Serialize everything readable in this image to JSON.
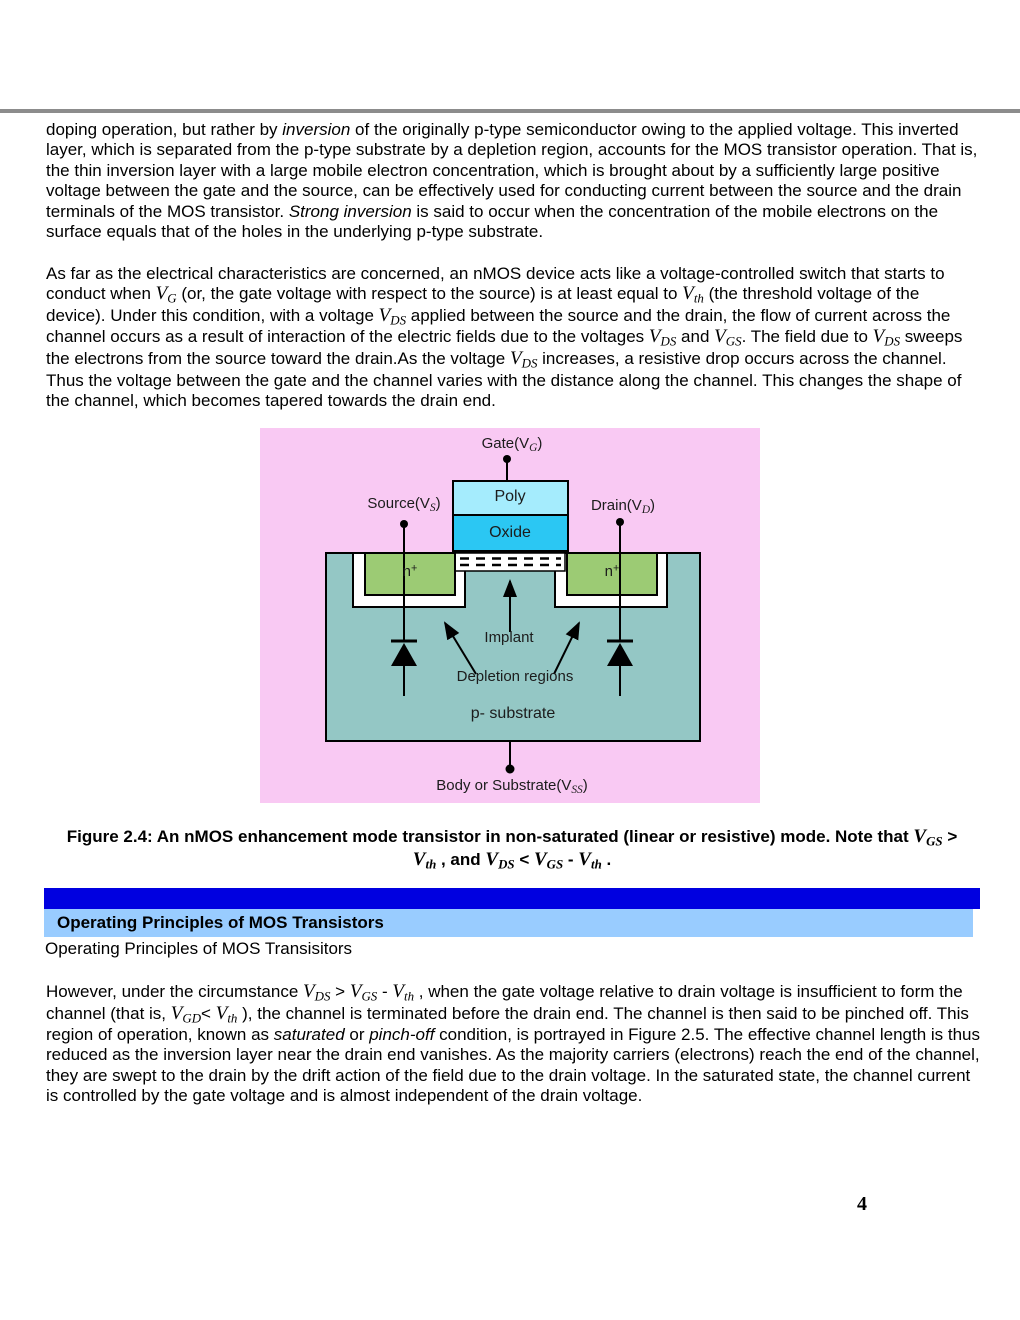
{
  "colors": {
    "rule": "#8C8C8C",
    "figure_bg": "#F9C9F3",
    "poly": "#A5ECFD",
    "oxide": "#2BC7F3",
    "substrate": "#94C7C5",
    "nplus": "#9CCB74",
    "white": "#FFFFFF",
    "black": "#000000",
    "bar_dark": "#0000E0",
    "bar_light": "#99CCFF"
  },
  "paragraphs": {
    "p1": [
      {
        "k": "n",
        "t": "doping operation, but rather by "
      },
      {
        "k": "i",
        "t": "inversion"
      },
      {
        "k": "n",
        "t": " of the originally p-type semiconductor owing to the applied voltage. This inverted layer, which is separated from the p-type substrate by a depletion region, accounts for the MOS transistor operation. That is, the thin inversion layer with a large mobile electron concentration, which is brought about by a sufficiently large positive voltage between the gate and the source, can be effectively used for conducting current between the source and the drain terminals of the MOS transistor. "
      },
      {
        "k": "i",
        "t": "Strong inversion"
      },
      {
        "k": "n",
        "t": " is said to occur when the concentration of the mobile electrons on the surface equals that of the holes in the underlying p-type substrate."
      }
    ],
    "p2": [
      {
        "k": "n",
        "t": "As far as the electrical characteristics are concerned, an nMOS device acts like a voltage-controlled switch that starts to conduct when "
      },
      {
        "k": "v",
        "t": "V"
      },
      {
        "k": "sub",
        "t": "G"
      },
      {
        "k": "n",
        "t": " (or, the gate voltage with respect to the source) is at least equal to "
      },
      {
        "k": "v",
        "t": "V"
      },
      {
        "k": "sub",
        "t": "th"
      },
      {
        "k": "n",
        "t": " (the threshold voltage of the device). Under this condition, with a voltage "
      },
      {
        "k": "v",
        "t": "V"
      },
      {
        "k": "sub",
        "t": "DS"
      },
      {
        "k": "n",
        "t": " applied between the source and the drain, the flow of current across the channel occurs as a result of interaction of the electric fields due to the voltages "
      },
      {
        "k": "v",
        "t": "V"
      },
      {
        "k": "sub",
        "t": "DS"
      },
      {
        "k": "n",
        "t": " and "
      },
      {
        "k": "v",
        "t": "V"
      },
      {
        "k": "sub",
        "t": "GS"
      },
      {
        "k": "n",
        "t": ". The field due to "
      },
      {
        "k": "v",
        "t": "V"
      },
      {
        "k": "sub",
        "t": "DS"
      },
      {
        "k": "n",
        "t": " sweeps the electrons from the source toward the drain.As the voltage "
      },
      {
        "k": "v",
        "t": "V"
      },
      {
        "k": "sub",
        "t": "DS"
      },
      {
        "k": "n",
        "t": " increases, a resistive drop occurs across the channel. Thus the voltage between the gate and the channel varies with the distance along the channel. This changes the shape of the channel, which becomes tapered towards the drain end."
      }
    ],
    "p3": [
      {
        "k": "n",
        "t": "However, under the circumstance "
      },
      {
        "k": "v",
        "t": "V"
      },
      {
        "k": "sub",
        "t": "DS"
      },
      {
        "k": "n",
        "t": " > "
      },
      {
        "k": "v",
        "t": "V"
      },
      {
        "k": "sub",
        "t": "GS"
      },
      {
        "k": "n",
        "t": " - "
      },
      {
        "k": "v",
        "t": "V"
      },
      {
        "k": "sub",
        "t": "th"
      },
      {
        "k": "n",
        "t": " , when the gate voltage relative to drain voltage is insufficient to form the channel (that is, "
      },
      {
        "k": "v",
        "t": "V"
      },
      {
        "k": "sub",
        "t": "GD"
      },
      {
        "k": "n",
        "t": "< "
      },
      {
        "k": "v",
        "t": "V"
      },
      {
        "k": "sub",
        "t": "th"
      },
      {
        "k": "n",
        "t": " ), the channel is terminated before the drain end. The channel is then said to be pinched off. This region of operation, known as "
      },
      {
        "k": "i",
        "t": "saturated"
      },
      {
        "k": "n",
        "t": " or "
      },
      {
        "k": "i",
        "t": "pinch-off"
      },
      {
        "k": "n",
        "t": " condition, is portrayed in Figure 2.5. The effective channel length is thus reduced as the inversion layer near the drain end vanishes. As the majority carriers (electrons) reach the end of the channel, they are swept to the drain by the drift action of the field due to the drain voltage. In the saturated state, the channel current is controlled by the gate voltage and is almost independent of the drain voltage."
      }
    ]
  },
  "figure": {
    "gate_label": [
      {
        "k": "n",
        "t": "Gate(V"
      },
      {
        "k": "sub",
        "t": "G"
      },
      {
        "k": "n",
        "t": ")"
      }
    ],
    "source_label": [
      {
        "k": "n",
        "t": "Source(V"
      },
      {
        "k": "sub",
        "t": "S"
      },
      {
        "k": "n",
        "t": ")"
      }
    ],
    "drain_label": [
      {
        "k": "n",
        "t": "Drain(V"
      },
      {
        "k": "sub",
        "t": "D"
      },
      {
        "k": "n",
        "t": ")"
      }
    ],
    "poly_label": "Poly",
    "oxide_label": "Oxide",
    "nplus_left": [
      {
        "k": "n",
        "t": "n"
      },
      {
        "k": "sup",
        "t": "+"
      }
    ],
    "nplus_right": [
      {
        "k": "n",
        "t": "n"
      },
      {
        "k": "sup",
        "t": "+"
      }
    ],
    "implant_label": "Implant",
    "depletion_label": "Depletion regions",
    "substrate_label": "p- substrate",
    "body_label": [
      {
        "k": "n",
        "t": "Body or Substrate(V"
      },
      {
        "k": "sub",
        "t": "SS"
      },
      {
        "k": "n",
        "t": ")"
      }
    ]
  },
  "caption": {
    "line1": [
      {
        "k": "n",
        "t": "Figure 2.4: An nMOS enhancement mode transistor in non-saturated (linear or resistive) mode. Note that "
      },
      {
        "k": "v",
        "t": "V"
      },
      {
        "k": "sub",
        "t": "GS"
      },
      {
        "k": "n",
        "t": " >"
      }
    ],
    "line2": [
      {
        "k": "v",
        "t": "V"
      },
      {
        "k": "sub",
        "t": "th"
      },
      {
        "k": "n",
        "t": " , and "
      },
      {
        "k": "v",
        "t": "V"
      },
      {
        "k": "sub",
        "t": "DS"
      },
      {
        "k": "n",
        "t": " < "
      },
      {
        "k": "v",
        "t": "V"
      },
      {
        "k": "sub",
        "t": "GS"
      },
      {
        "k": "n",
        "t": " - "
      },
      {
        "k": "v",
        "t": "V"
      },
      {
        "k": "sub",
        "t": "th"
      },
      {
        "k": "n",
        "t": " ."
      }
    ]
  },
  "section": {
    "header": "Operating Principles of MOS Transistors",
    "subheader": "Operating Principles of MOS Transisitors"
  },
  "page_number": "4"
}
